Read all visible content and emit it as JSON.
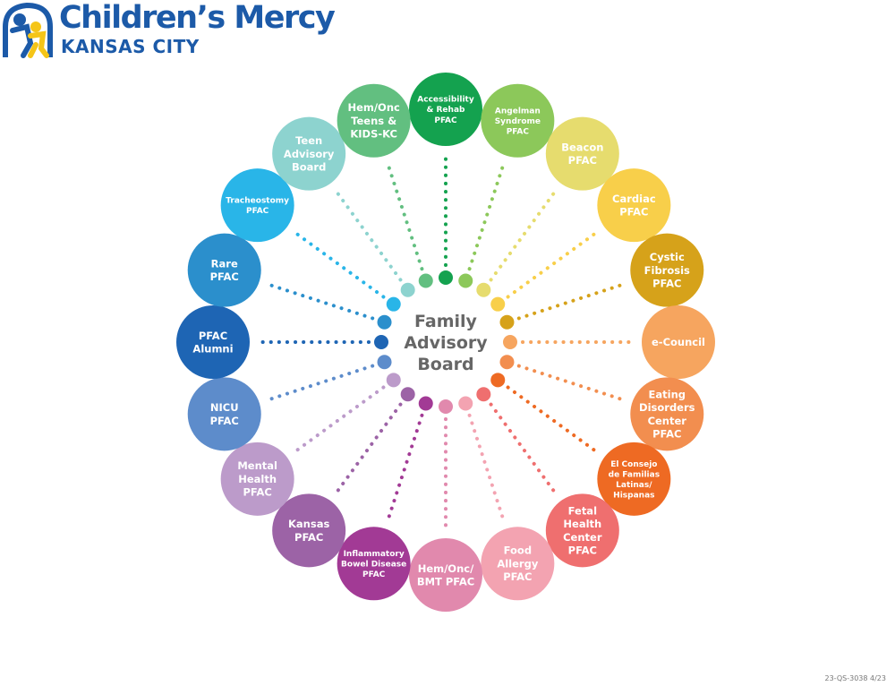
{
  "logo": {
    "name": "Children’s Mercy",
    "subtitle": "KANSAS CITY",
    "icon": "childrens-mercy-logo-icon",
    "colors": {
      "blue": "#1c5aa8",
      "yellow": "#f5c518"
    }
  },
  "center": {
    "lines": [
      "Family",
      "Advisory",
      "Board"
    ],
    "color": "#666666"
  },
  "spokes": [
    {
      "id": "accessibility-rehab",
      "lines": [
        "Accessibility",
        "& Rehab",
        "PFAC"
      ],
      "color": "#14a24f",
      "small": true
    },
    {
      "id": "angelman-syndrome",
      "lines": [
        "Angelman",
        "Syndrome",
        "PFAC"
      ],
      "color": "#8cc85a",
      "small": true
    },
    {
      "id": "beacon",
      "lines": [
        "Beacon",
        "PFAC"
      ],
      "color": "#e6dc6e"
    },
    {
      "id": "cardiac",
      "lines": [
        "Cardiac",
        "PFAC"
      ],
      "color": "#f8cf4a"
    },
    {
      "id": "cystic-fibrosis",
      "lines": [
        "Cystic",
        "Fibrosis",
        "PFAC"
      ],
      "color": "#d6a21a"
    },
    {
      "id": "e-council",
      "lines": [
        "e-Council"
      ],
      "color": "#f6a55f"
    },
    {
      "id": "eating-disorders",
      "lines": [
        "Eating",
        "Disorders",
        "Center",
        "PFAC"
      ],
      "color": "#f28e4f"
    },
    {
      "id": "el-consejo",
      "lines": [
        "El Consejo",
        "de Familias",
        "Latinas/",
        "Hispanas"
      ],
      "color": "#ee6a23",
      "small": true
    },
    {
      "id": "fetal-health",
      "lines": [
        "Fetal",
        "Health",
        "Center",
        "PFAC"
      ],
      "color": "#ef6f6f"
    },
    {
      "id": "food-allergy",
      "lines": [
        "Food",
        "Allergy",
        "PFAC"
      ],
      "color": "#f3a3b1"
    },
    {
      "id": "hem-onc-bmt",
      "lines": [
        "Hem/Onc/",
        "BMT PFAC"
      ],
      "color": "#e189ad"
    },
    {
      "id": "ibd",
      "lines": [
        "Inflammatory",
        "Bowel Disease",
        "PFAC"
      ],
      "color": "#a23a95",
      "small": true
    },
    {
      "id": "kansas",
      "lines": [
        "Kansas",
        "PFAC"
      ],
      "color": "#9c63a6"
    },
    {
      "id": "mental-health",
      "lines": [
        "Mental",
        "Health",
        "PFAC"
      ],
      "color": "#bc9bca"
    },
    {
      "id": "nicu",
      "lines": [
        "NICU",
        "PFAC"
      ],
      "color": "#5d8ccb"
    },
    {
      "id": "pfac-alumni",
      "lines": [
        "PFAC",
        "Alumni"
      ],
      "color": "#1e65b4"
    },
    {
      "id": "rare",
      "lines": [
        "Rare",
        "PFAC"
      ],
      "color": "#2b8fcc"
    },
    {
      "id": "tracheostomy",
      "lines": [
        "Tracheostomy",
        "PFAC"
      ],
      "color": "#29b5e8",
      "small": true
    },
    {
      "id": "teen-advisory",
      "lines": [
        "Teen",
        "Advisory",
        "Board"
      ],
      "color": "#8dd3cf"
    },
    {
      "id": "hem-onc-teens",
      "lines": [
        "Hem/Onc",
        "Teens &",
        "KIDS-KC"
      ],
      "color": "#62bf80"
    }
  ],
  "footer": {
    "code": "23-QS-3038 4/23"
  }
}
